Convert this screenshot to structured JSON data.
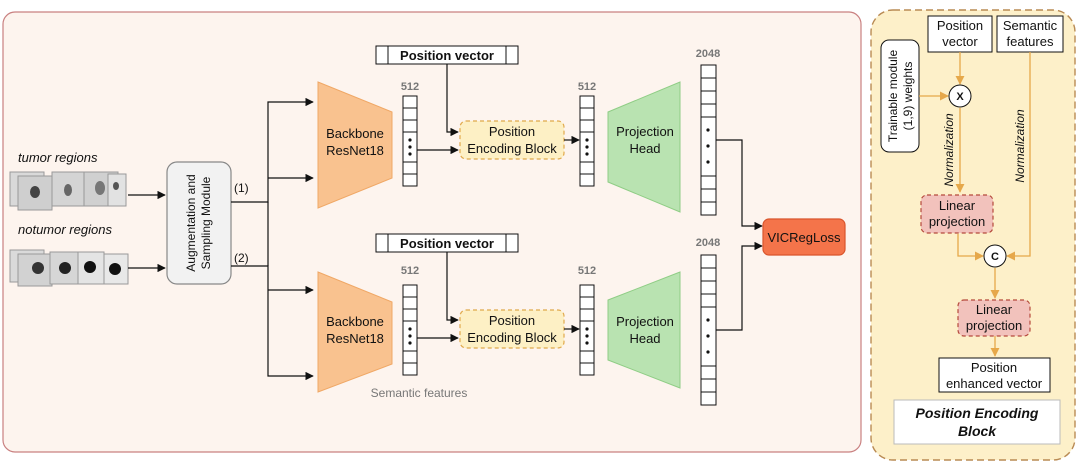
{
  "inputs": {
    "tumor_label": "tumor regions",
    "notumor_label": "notumor regions"
  },
  "augmentation": {
    "line1": "Augmentation and",
    "line2": "Sampling Module",
    "branch1": "(1)",
    "branch2": "(2)"
  },
  "position_vector": "Position vector",
  "backbone": {
    "line1": "Backbone",
    "line2": "ResNet18"
  },
  "dim_512": "512",
  "dim_2048": "2048",
  "pos_encoding_block": {
    "line1": "Position",
    "line2": "Encoding Block"
  },
  "projection": {
    "line1": "Projection",
    "line2": "Head"
  },
  "loss": "VICRegLoss",
  "semantic_caption": "Semantic features",
  "peb": {
    "position_vector": {
      "line1": "Position",
      "line2": "vector"
    },
    "semantic_features": {
      "line1": "Semantic",
      "line2": "features"
    },
    "trainable": {
      "line1": "Trainable module",
      "line2": "(1,9) weights"
    },
    "multiply_symbol": "X",
    "concat_symbol": "C",
    "normalization": "Normalization",
    "linear_projection": {
      "line1": "Linear",
      "line2": "projection"
    },
    "output": {
      "line1": "Position",
      "line2": "enhanced vector"
    },
    "title": {
      "line1": "Position Encoding",
      "line2": "Block"
    }
  },
  "colors": {
    "main_panel_bg": "#fdf4ee",
    "main_panel_border": "#c98080",
    "side_panel_bg": "#fdf0c9",
    "side_panel_border": "#b98b54",
    "backbone": "#f9c28f",
    "projection": "#b9e3b1",
    "encoding_block": "#fdf0c5",
    "loss": "#f4744a",
    "linear_projection": "#f2c2bc",
    "arrow_orange": "#e6a84a"
  }
}
